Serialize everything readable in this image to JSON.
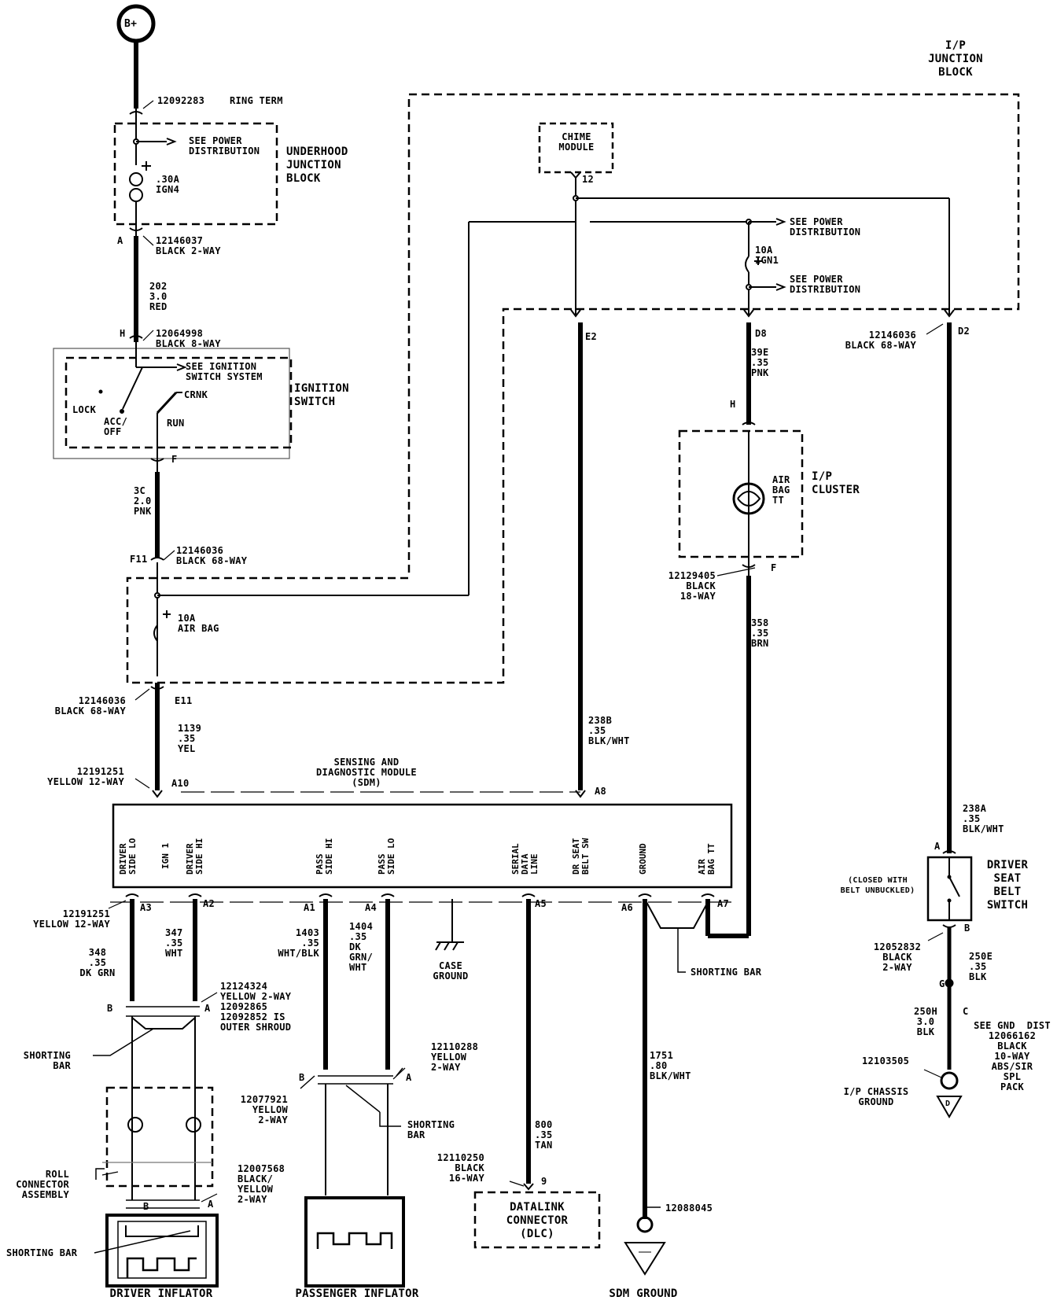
{
  "battery": {
    "label": "B+"
  },
  "top": {
    "part": "12092283",
    "term": "RING TERM"
  },
  "underhood": {
    "see_power": "SEE POWER\nDISTRIBUTION",
    "fuse": ".30A\nIGN4",
    "block": "UNDERHOOD\nJUNCTION\nBLOCK",
    "pin_a": "A",
    "conn_a": "12146037\nBLACK 2-WAY"
  },
  "wire202": "202\n3.0\nRED",
  "ignition": {
    "pin_h": "H",
    "conn_h": "12064998\nBLACK 8-WAY",
    "see_sys": "SEE IGNITION\nSWITCH SYSTEM",
    "lock": "LOCK",
    "accoff": "ACC/\nOFF",
    "crnk": "CRNK",
    "run": "RUN",
    "label": "IGNITION\nSWITCH",
    "pin_f": "F"
  },
  "wire3c": "3C\n2.0\nPNK",
  "ip_block": {
    "pin_f11": "F11",
    "conn_f11": "12146036\nBLACK 68-WAY",
    "fuse_airbag": "10A\nAIR BAG",
    "conn_e11": "12146036\nBLACK 68-WAY",
    "pin_e11": "E11",
    "title": "I/P\nJUNCTION\nBLOCK",
    "chime": "CHIME\nMODULE",
    "chime_pin": "12",
    "see_power1": "SEE POWER\nDISTRIBUTION",
    "fuse_ign1": "10A\nIGN1",
    "see_power2": "SEE POWER\nDISTRIBUTION",
    "pin_e2": "E2",
    "pin_d8": "D8",
    "conn_d2": "12146036\nBLACK 68-WAY",
    "pin_d2": "D2"
  },
  "wire1139": "1139\n.35\nYEL",
  "wire39e": "39E\n.35\nPNK",
  "cluster": {
    "pin_h": "H",
    "lamp": "AIR\nBAG\nTT",
    "label": "I/P\nCLUSTER",
    "conn": "12129405\nBLACK\n18-WAY",
    "pin_f": "F"
  },
  "wire358": "358\n.35\nBRN",
  "wire238b": "238B\n.35\nBLK/WHT",
  "wire238a": "238A\n.35\nBLK/WHT",
  "sdm": {
    "conn_a10": "12191251\nYELLOW 12-WAY",
    "pin_a10": "A10",
    "title": "SENSING AND\nDIAGNOSTIC MODULE\n(SDM)",
    "pin_a8": "A8",
    "lbl_driver_lo": "DRIVER\nSIDE LO",
    "lbl_ign": "IGN 1",
    "lbl_driver_hi": "DRIVER\nSIDE HI",
    "lbl_pass_hi": "PASS\nSIDE HI",
    "lbl_pass_lo": "PASS\nSIDE LO",
    "lbl_serial": "SERIAL\nDATA\nLINE",
    "lbl_belt": "DR SEAT\nBELT SW",
    "lbl_ground": "GROUND",
    "lbl_airbag": "AIR\nBAG TT",
    "conn_a3": "12191251\nYELLOW 12-WAY",
    "pin_a3": "A3",
    "pin_a2": "A2",
    "pin_a1": "A1",
    "pin_a4": "A4",
    "pin_a5": "A5",
    "pin_a6": "A6",
    "pin_a7": "A7"
  },
  "wire348": "348\n.35\nDK GRN",
  "wire347": "347\n.35\nWHT",
  "wire1403": "1403\n.35\nWHT/BLK",
  "wire1404": "1404\n.35\nDK\nGRN/\nWHT",
  "case_ground": "CASE\nGROUND",
  "shorting_bar_sdm": "SHORTING BAR",
  "driver": {
    "conn": "12124324\nYELLOW 2-WAY\n12092865\n12092852 IS\nOUTER SHROUD",
    "pin_b": "B",
    "pin_a": "A",
    "shorting": "SHORTING\nBAR",
    "roll": "ROLL\nCONNECTOR\nASSEMBLY",
    "conn2": "12007568\nBLACK/\nYELLOW\n2-WAY",
    "pin_b2": "B",
    "pin_a2": "A",
    "shorting2": "SHORTING BAR",
    "name": "DRIVER INFLATOR"
  },
  "passenger": {
    "conn1": "12110288\nYELLOW\n2-WAY",
    "pin_a": "A",
    "pin_b": "B",
    "conn2": "12077921\nYELLOW\n2-WAY",
    "shorting": "SHORTING\nBAR",
    "name": "PASSENGER INFLATOR"
  },
  "dlc": {
    "wire": "800\n.35\nTAN",
    "conn": "12110250\nBLACK\n16-WAY",
    "pin": "9",
    "name": "DATALINK\nCONNECTOR\n(DLC)"
  },
  "sdm_ground": {
    "wire": "1751\n.80\nBLK/WHT",
    "part": "12088045",
    "name": "SDM GROUND"
  },
  "belt": {
    "pin_a": "A",
    "label": "DRIVER\nSEAT\nBELT\nSWITCH",
    "note": "(CLOSED WITH\nBELT UNBUCKLED)",
    "pin_b": "B",
    "conn": "12052832\nBLACK\n2-WAY",
    "wire250e": "250E\n.35\nBLK",
    "pin_g": "G",
    "pin_c": "C",
    "wire250h": "250H\n3.0\nBLK",
    "dist": "SEE GND  DIST\n12066162\nBLACK\n10-WAY\nABS/SIR\nSPL\nPACK",
    "part": "12103505",
    "ground": "I/P CHASSIS\nGROUND",
    "ground_symbol": "D"
  }
}
